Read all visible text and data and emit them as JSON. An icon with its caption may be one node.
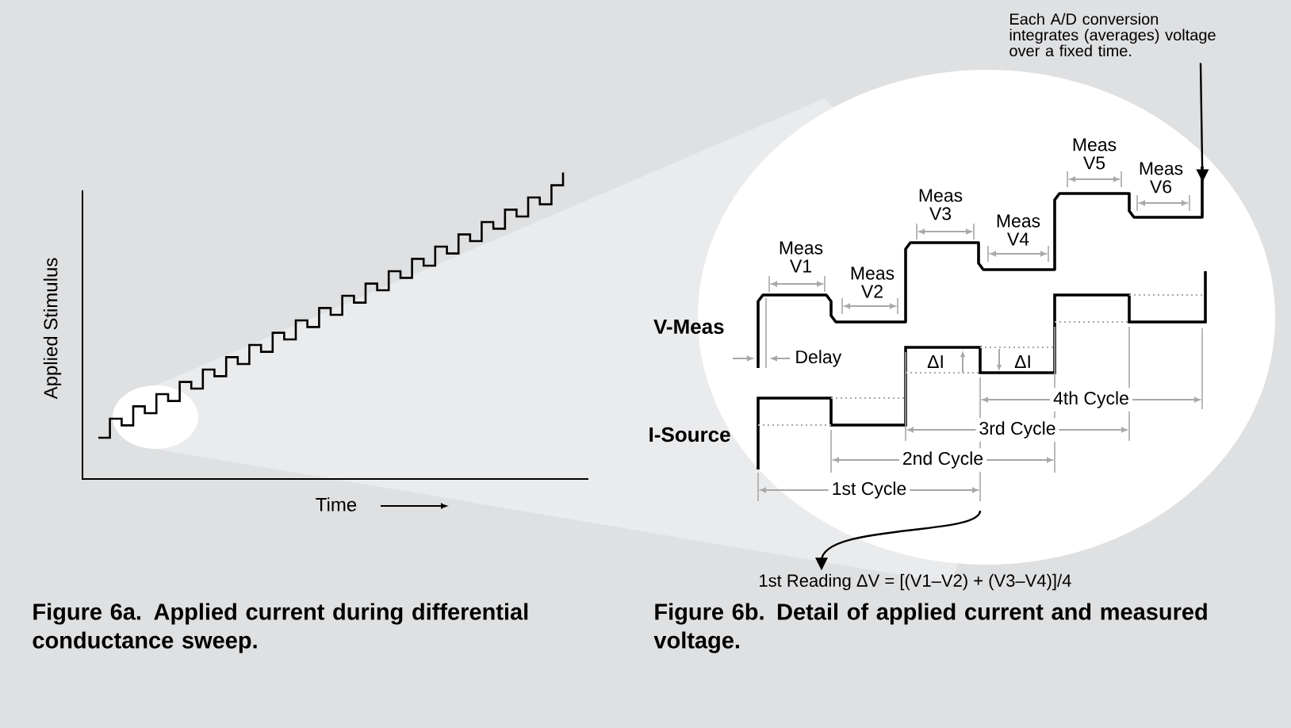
{
  "diagram": {
    "nodes": [
      {
        "text": [
          "Each A/D conversion integrates (averages) voltage over a fixed time."
        ]
      },
      {
        "text": [
          "1st Reading ΔV = [(V1–V2) + (V3–V4)]/4"
        ]
      },
      {
        "text": [],
        "shape": "picture"
      }
    ],
    "edges": [
      {
        "from": 0,
        "to": 2,
        "arrow": "to"
      },
      {
        "from": null,
        "to": 1,
        "arrow": "to"
      }
    ],
    "labels": [
      "Applied Stimulus",
      "Time",
      "Meas V1",
      "Meas V2",
      "Meas V3",
      "Meas V4",
      "Meas V5",
      "Meas V6",
      "V-Meas",
      "Delay",
      "ΔI",
      "ΔI",
      "I-Source",
      "4th Cycle",
      "3rd Cycle",
      "2nd Cycle",
      "1st Cycle",
      "Figure 6a. Applied current during differential conductance sweep.",
      "Figure 6b. Detail of applied current and measured voltage."
    ]
  }
}
